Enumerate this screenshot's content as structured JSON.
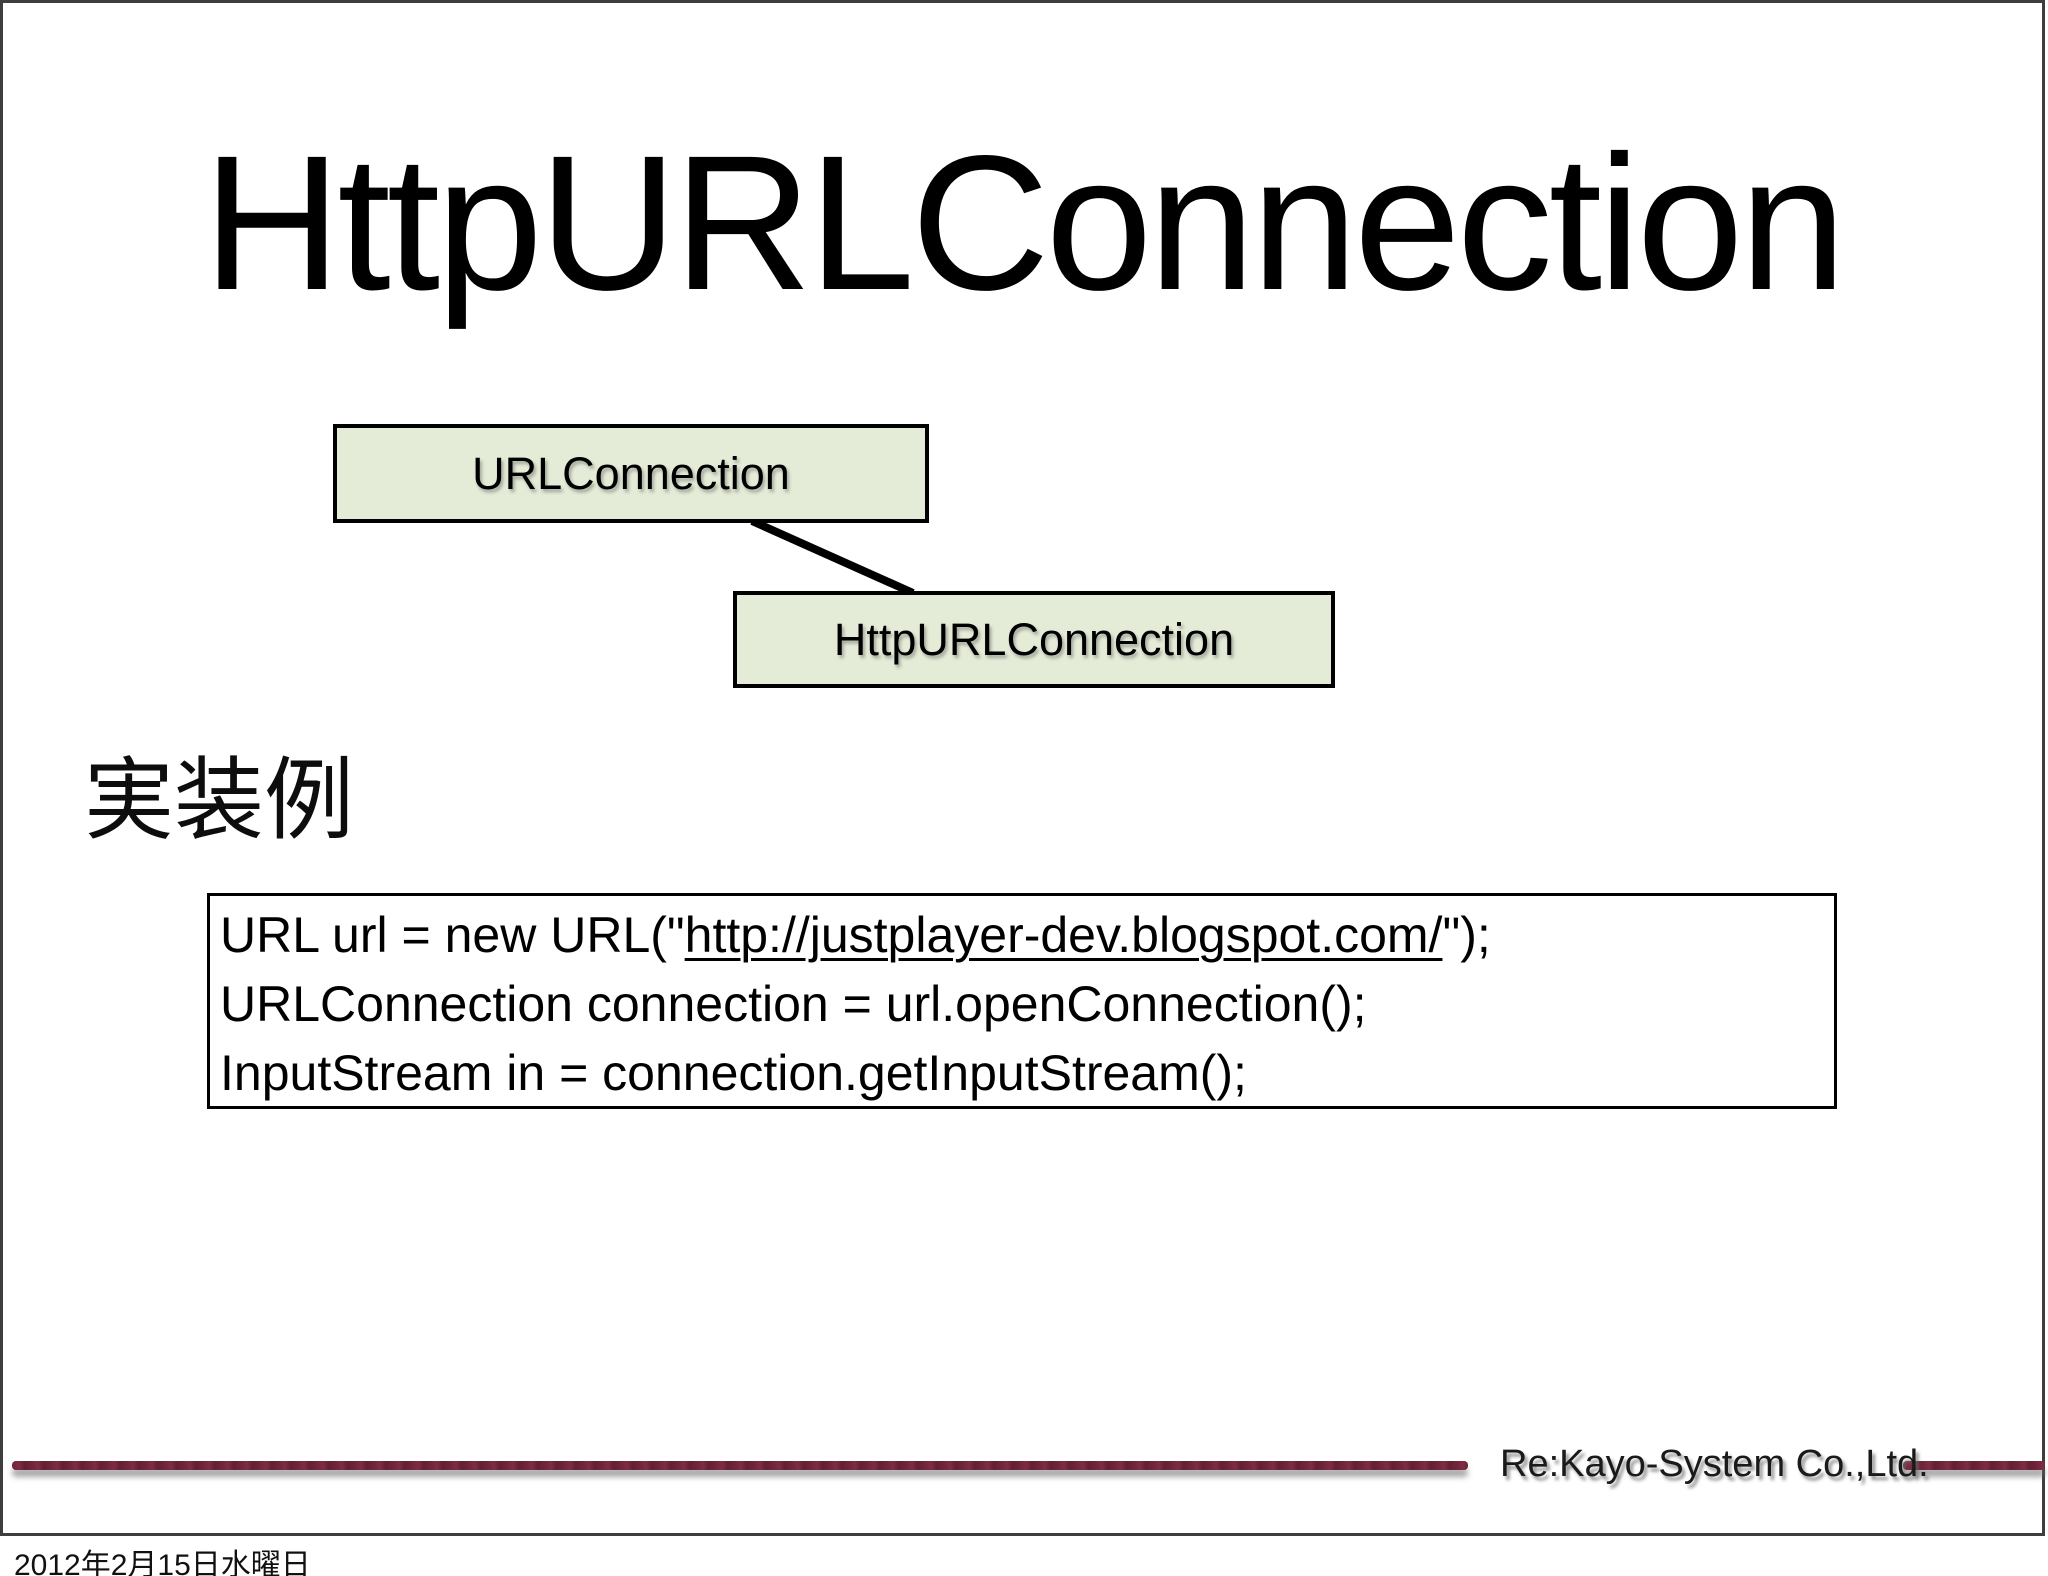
{
  "slide": {
    "title": "HttpURLConnection",
    "diagram": {
      "parent_box_label": "URLConnection",
      "child_box_label": "HttpURLConnection"
    },
    "section_heading": "実装例",
    "code": {
      "line1_prefix": "URL url = new URL(\"",
      "line1_link": "http://justplayer-dev.blogspot.com/",
      "line1_suffix": "\");",
      "line2": "URLConnection connection = url.openConnection();",
      "line3": "InputStream in = connection.getInputStream();"
    },
    "footer": {
      "company": "Re:Kayo-System Co.,Ltd."
    },
    "status_bar": {
      "date": "2012年2月15日水曜日"
    }
  },
  "colors": {
    "box_fill": "#e4ecd8",
    "box_border": "#000000",
    "accent_rule": "#6e2438",
    "slide_border": "#3e3e3e",
    "text": "#000000"
  }
}
